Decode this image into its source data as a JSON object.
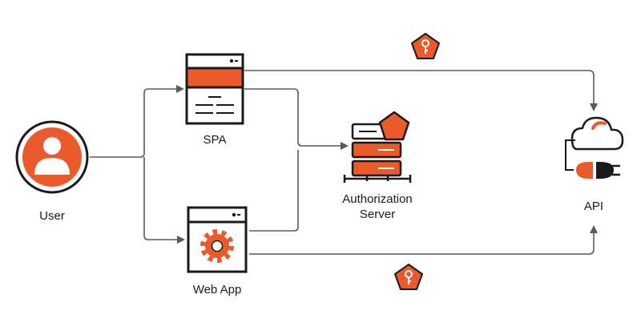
{
  "colors": {
    "accent": "#ea5a2a",
    "stroke": "#1a1a1a",
    "connector": "#5a5a5a"
  },
  "nodes": {
    "user": {
      "label": "User",
      "icon": "user-avatar-icon"
    },
    "spa": {
      "label": "SPA",
      "icon": "browser-window-icon"
    },
    "web_app": {
      "label": "Web App",
      "icon": "gear-window-icon"
    },
    "auth_server": {
      "label_line1": "Authorization",
      "label_line2": "Server",
      "icon": "server-stack-icon"
    },
    "api": {
      "label": "API",
      "icon": "cloud-plug-icon"
    }
  },
  "tokens": [
    {
      "name": "access-token-top",
      "icon": "key-pentagon-icon"
    },
    {
      "name": "access-token-bottom",
      "icon": "key-pentagon-icon"
    }
  ],
  "connections": [
    {
      "from": "User",
      "to": "SPA"
    },
    {
      "from": "User",
      "to": "Web App"
    },
    {
      "from": "SPA",
      "to": "Authorization Server"
    },
    {
      "from": "Web App",
      "to": "Authorization Server"
    },
    {
      "from": "SPA",
      "to": "API"
    },
    {
      "from": "Web App",
      "to": "API"
    }
  ]
}
